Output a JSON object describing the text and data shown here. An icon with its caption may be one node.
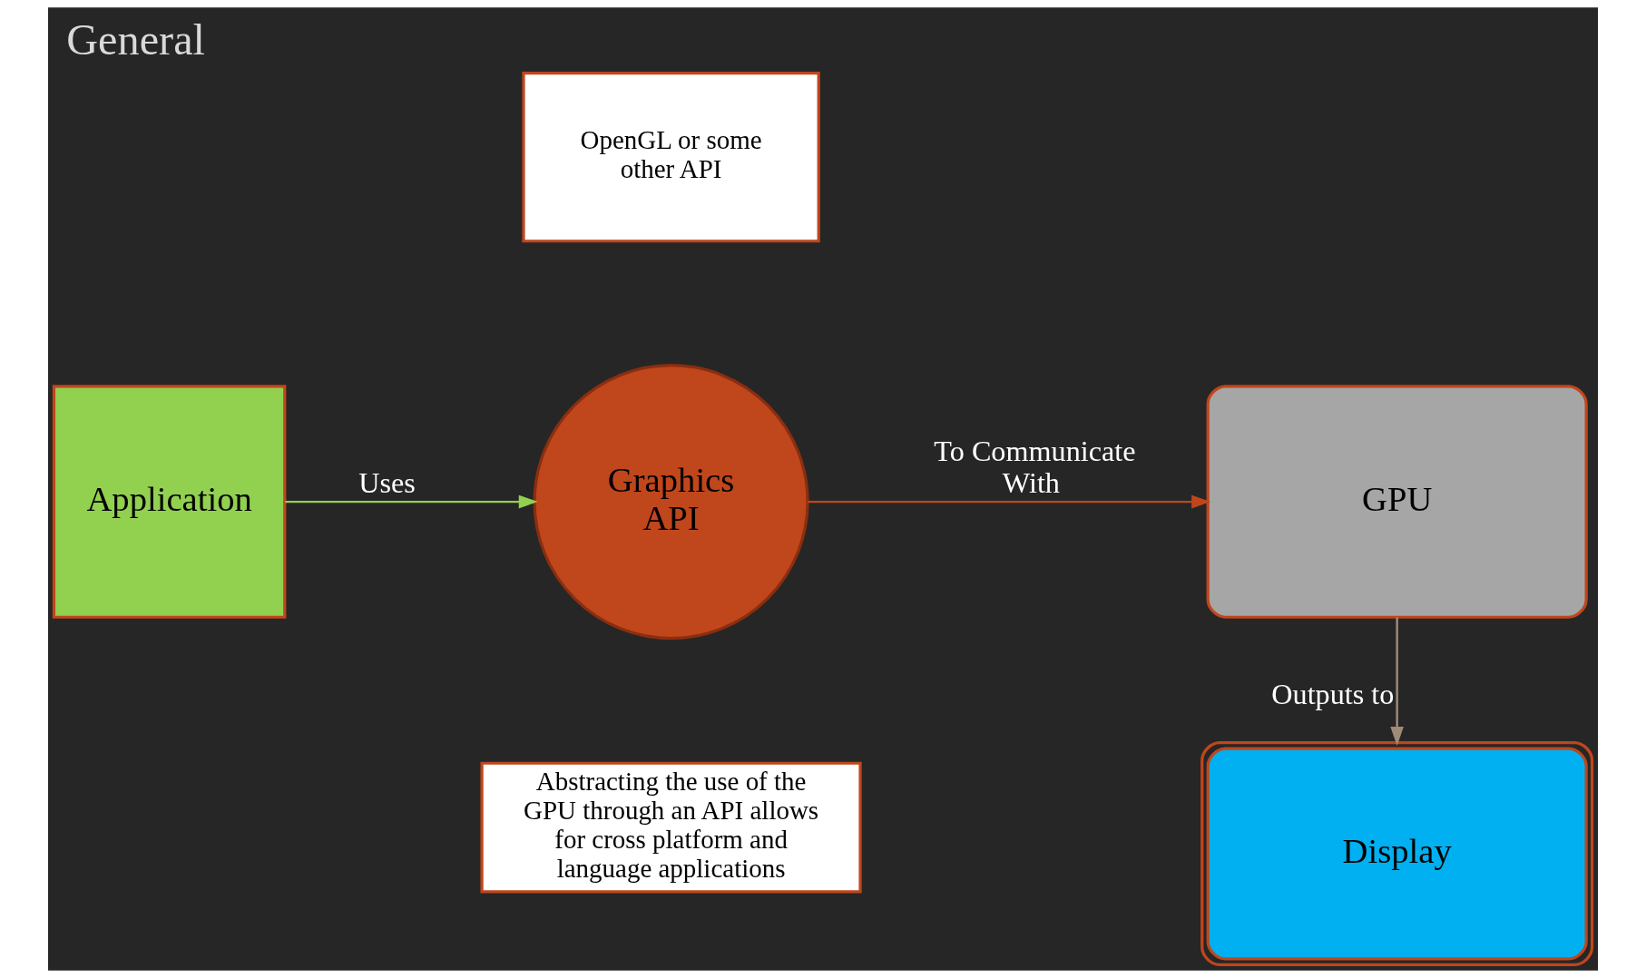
{
  "diagram": {
    "title": "General",
    "nodes": [
      {
        "text": [
          "Application"
        ]
      },
      {
        "text": [
          "Graphics API"
        ]
      },
      {
        "text": [
          "GPU"
        ]
      },
      {
        "text": [
          "Display"
        ]
      },
      {
        "text": [
          "OpenGL or some other API"
        ]
      },
      {
        "text": [
          "Abstracting the use of the GPU through an API allows for cross platform and language applications"
        ]
      }
    ],
    "edges": [
      {
        "from": 0,
        "to": 1,
        "arrow": "to",
        "label": "Uses",
        "color": "#92d050"
      },
      {
        "from": 1,
        "to": 2,
        "arrow": "to",
        "label": "To Communicate With",
        "color": "#c0461c"
      },
      {
        "from": 2,
        "to": 3,
        "arrow": "to",
        "label": "Outputs to",
        "color": "#a08a78"
      }
    ]
  }
}
